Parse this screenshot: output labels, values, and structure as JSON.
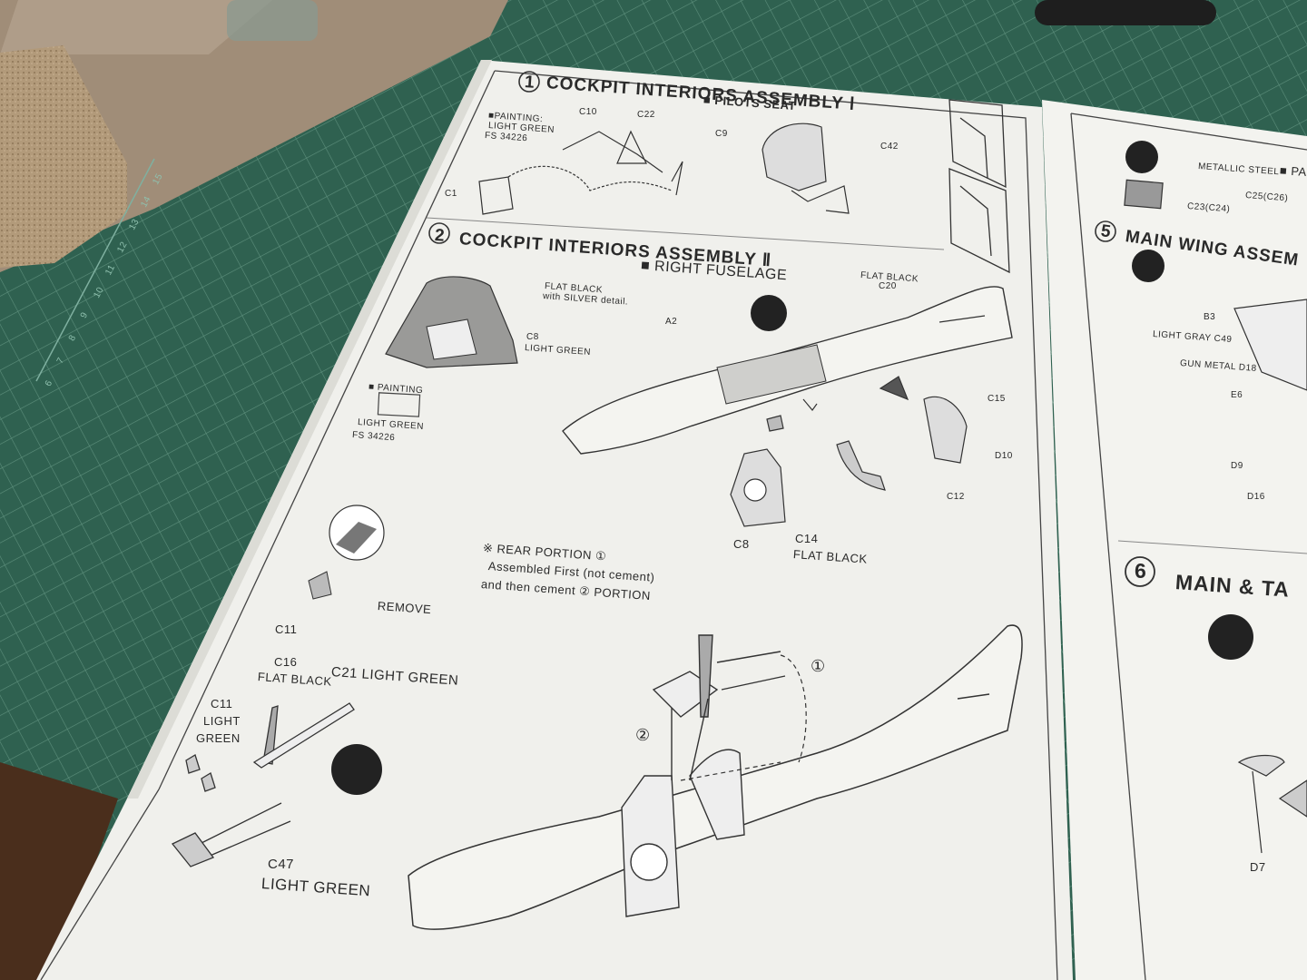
{
  "ruler_numbers": [
    "15",
    "14",
    "13",
    "12",
    "11",
    "10",
    "9",
    "8",
    "7",
    "6"
  ],
  "left_page": {
    "step1": {
      "num": "1",
      "title": "COCKPIT INTERIORS ASSEMBLY Ⅰ",
      "subtitle": "■ PILOTS SEAT",
      "painting_lines": [
        "■PAINTING:",
        "LIGHT GREEN",
        "FS 34226"
      ],
      "parts": [
        "C10",
        "C22",
        "C9",
        "C1",
        "C42"
      ]
    },
    "step2": {
      "num": "2",
      "title": "COCKPIT INTERIORS ASSEMBLY Ⅱ",
      "subtitle": "■ RIGHT FUSELAGE",
      "panel_note_1": "FLAT BLACK",
      "panel_note_2": "with SILVER detail.",
      "c8_part": "C8",
      "c8_color": "LIGHT GREEN",
      "painting_head": "■ PAINTING",
      "painting_color": "LIGHT GREEN",
      "painting_fs": "FS 34226",
      "a2": "A2",
      "flat_black_c20": "FLAT BLACK",
      "c20": "C20",
      "c15": "C15",
      "d10": "D10",
      "c12": "C12",
      "c8b": "C8",
      "c14": "C14",
      "c14_color": "FLAT BLACK"
    },
    "notes": {
      "line1": "※ REAR PORTION ①",
      "line2": "Assembled First (not cement)",
      "line3": "and then cement ② PORTION"
    },
    "lower": {
      "c11": "C11",
      "remove": "REMOVE",
      "c16": "C16",
      "c16_color": "FLAT BLACK",
      "c21": "C21 LIGHT GREEN",
      "c11b": "C11",
      "c11b_color1": "LIGHT",
      "c11b_color2": "GREEN",
      "c47": "C47",
      "c47_color": "LIGHT GREEN",
      "marker1": "①",
      "marker2": "②"
    }
  },
  "right_page": {
    "step4": {
      "metallic": "METALLIC STEEL",
      "pa": "■ PA",
      "c23": "C23(C24)",
      "c25": "C25(C26)"
    },
    "step5": {
      "num": "5",
      "title": "MAIN WING ASSEM",
      "b3": "B3",
      "c49": "LIGHT GRAY C49",
      "d18": "GUN METAL D18",
      "e6": "E6",
      "d9": "D9",
      "d16": "D16"
    },
    "step6": {
      "num": "6",
      "title": "MAIN & TA",
      "d7": "D7"
    }
  }
}
